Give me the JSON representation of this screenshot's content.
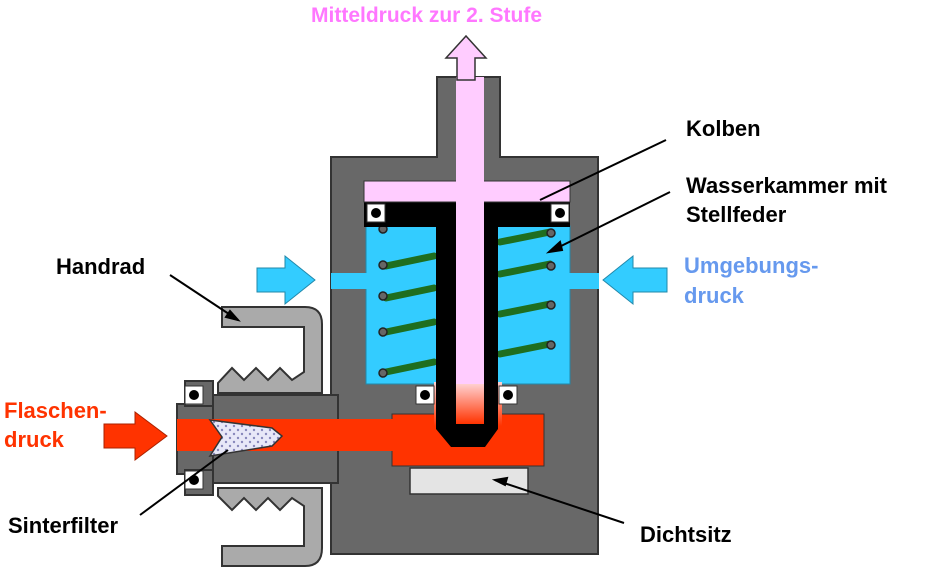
{
  "title": "Mitteldruck zur 2. Stufe",
  "labels": {
    "kolben": "Kolben",
    "wasserkammer_line1": "Wasserkammer mit",
    "wasserkammer_line2": "Stellfeder",
    "handrad": "Handrad",
    "umgebungsdruck_line1": "Umgebungs-",
    "umgebungsdruck_line2": "druck",
    "flaschendruck_line1": "Flaschen-",
    "flaschendruck_line2": "druck",
    "sinterfilter": "Sinterfilter",
    "dichtsitz": "Dichtsitz"
  },
  "colors": {
    "housing": "#686868",
    "water": "#33ccff",
    "spring": "#1f6e1f",
    "piston_cap": "#ffccff",
    "high_pressure": "#ff3300",
    "handwheel": "#aaaaaa",
    "seat": "#e4e4e4",
    "title_text": "#ff77ff",
    "ambient_text": "#6699ee",
    "bottle_text": "#ff3300",
    "label_text": "#000000"
  }
}
